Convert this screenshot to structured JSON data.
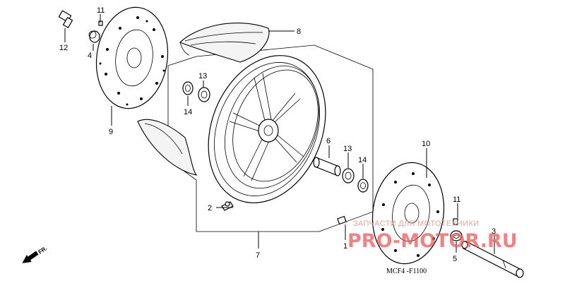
{
  "callouts": {
    "c1": "1",
    "c2": "2",
    "c3": "3",
    "c4": "4",
    "c5": "5",
    "c6": "6",
    "c7": "7",
    "c8": "8",
    "c9": "9",
    "c10": "10",
    "c11a": "11",
    "c11b": "11",
    "c12": "12",
    "c13a": "13",
    "c13b": "13",
    "c14a": "14",
    "c14b": "14"
  },
  "watermark": {
    "tagline": "ЗАПЧАСТИ ДЛЯ МОТОТЕХНИКИ",
    "logo": "PRO-MOTOR.RU"
  },
  "diagram_code": "MCF4 -F1100",
  "direction_label": "FR.",
  "colors": {
    "watermark": "#e85a5a"
  }
}
